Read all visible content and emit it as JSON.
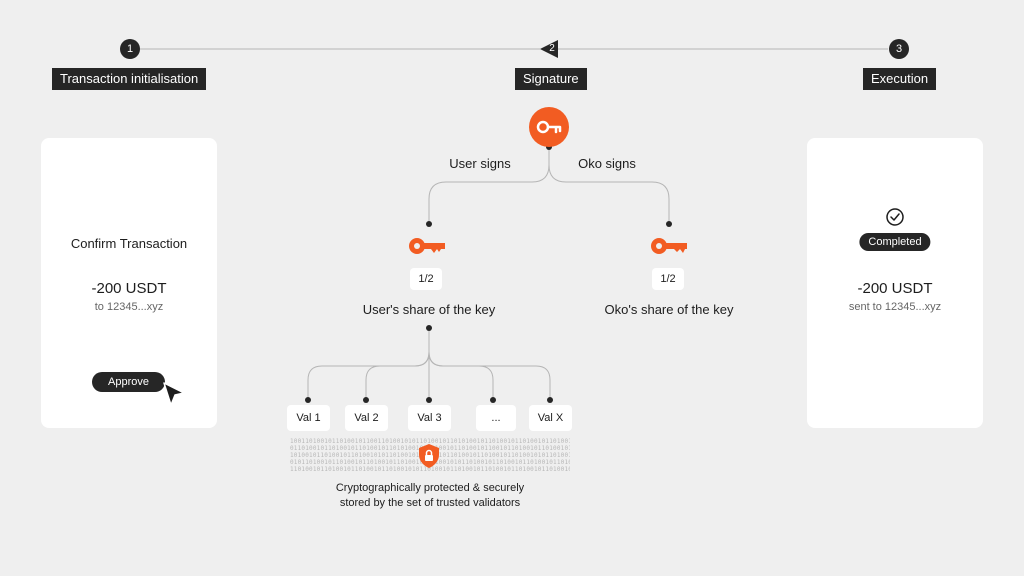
{
  "steps": [
    {
      "number": "1",
      "label": "Transaction initialisation"
    },
    {
      "number": "2",
      "label": "Signature"
    },
    {
      "number": "3",
      "label": "Execution"
    }
  ],
  "left_card": {
    "title": "Confirm Transaction",
    "amount": "-200 USDT",
    "recipient": "to 12345...xyz",
    "approve_label": "Approve"
  },
  "right_card": {
    "status_badge": "Completed",
    "amount": "-200 USDT",
    "recipient": "sent to 12345...xyz"
  },
  "signature": {
    "user_signs": "User signs",
    "oko_signs": "Oko signs",
    "user_share_fraction": "1/2",
    "oko_share_fraction": "1/2",
    "user_share_label": "User's share of the key",
    "oko_share_label": "Oko's share of the key"
  },
  "validators": [
    "Val 1",
    "Val 2",
    "Val 3",
    "...",
    "Val X"
  ],
  "footer": {
    "line1": "Cryptographically protected & securely",
    "line2": "stored by the set of trusted validators"
  },
  "binary_rows": [
    "1001101001011010010110011010010101101001011010100101101001011010010110100101",
    "0110100101101001011010010110101001011010010110100101100101101001011010010110",
    "1010010110100101101001010110100101101001011010010110100101101001010110100101",
    "0101101001011010010110100101101001011010010101101001011010010110100101101001",
    "1101001011010010110100101101001010110100101101001011010010110100101101001010"
  ],
  "colors": {
    "accent": "#f25c22",
    "dark": "#262626",
    "background": "#efefef",
    "line": "#b5b5b5"
  },
  "icons": {
    "main_key": "key-icon",
    "cursor": "cursor-arrow-icon",
    "check": "check-circle-icon",
    "shield": "shield-lock-icon"
  }
}
